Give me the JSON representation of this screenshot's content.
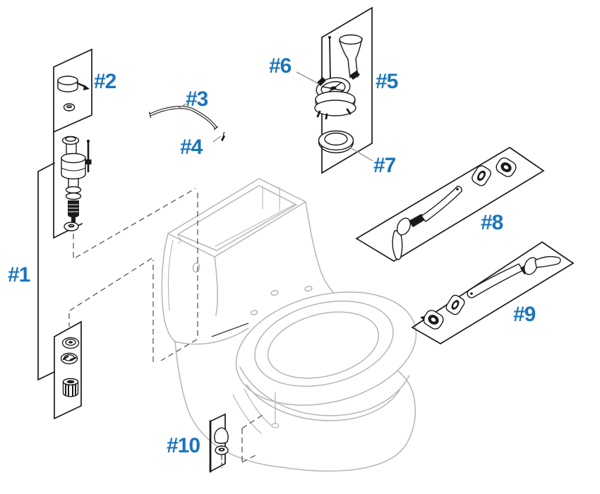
{
  "diagram": {
    "description": "exploded-parts-diagram-of-one-piece-toilet",
    "colors": {
      "callout": "#1b75bc",
      "part_line": "#1a1a1a",
      "fixture_line": "#b5b5b5",
      "leader_line": "#8f8f8f",
      "background": "#ffffff"
    },
    "callouts": [
      {
        "label": "#1",
        "depicts": "fill-valve-assembly"
      },
      {
        "label": "#2",
        "depicts": "fill-valve-cap-and-seal"
      },
      {
        "label": "#3",
        "depicts": "refill-tube"
      },
      {
        "label": "#4",
        "depicts": "refill-tube-clip"
      },
      {
        "label": "#5",
        "depicts": "flush-valve-assembly"
      },
      {
        "label": "#6",
        "depicts": "flapper"
      },
      {
        "label": "#7",
        "depicts": "flush-valve-gasket"
      },
      {
        "label": "#8",
        "depicts": "trip-lever-assembly-left"
      },
      {
        "label": "#9",
        "depicts": "trip-lever-assembly-right"
      },
      {
        "label": "#10",
        "depicts": "bolt-cap-and-washer-kit"
      }
    ]
  }
}
